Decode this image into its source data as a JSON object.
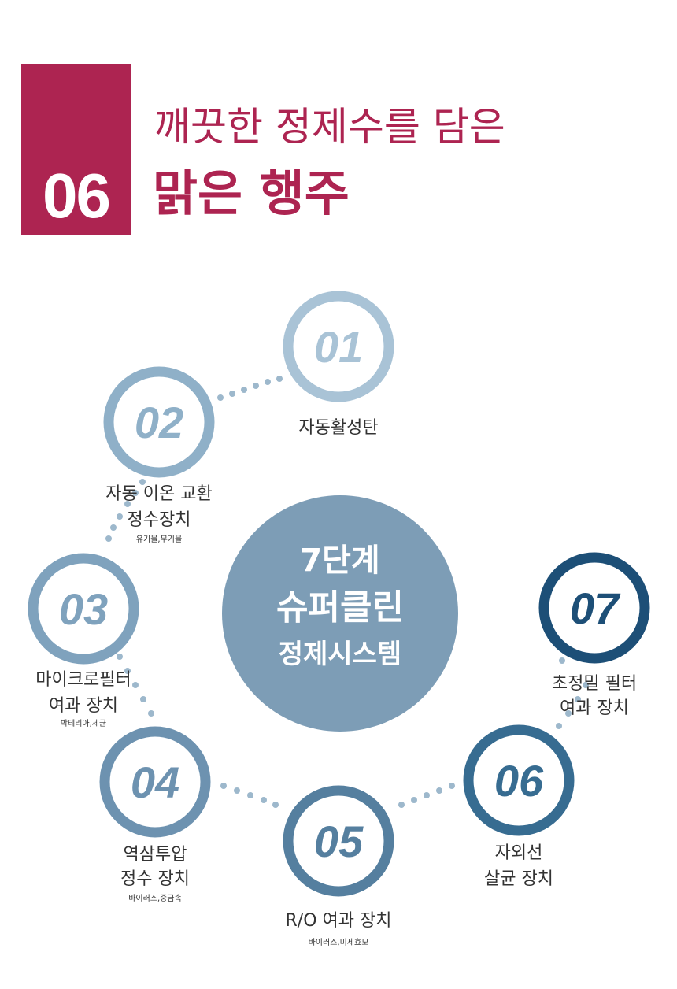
{
  "header": {
    "badge_number": "06",
    "title_line1": "깨끗한 정제수를 담은",
    "title_line2": "맑은 행주"
  },
  "center": {
    "line1": "7단계",
    "line2": "슈퍼클린",
    "line3": "정제시스템"
  },
  "colors": {
    "brand": "#ad2451",
    "center_fill": "#7d9db6",
    "dots": "#9db8cc"
  },
  "steps": [
    {
      "number": "01",
      "label1": "자동활성탄",
      "label2": "",
      "note": "",
      "color": "#a9c3d6"
    },
    {
      "number": "02",
      "label1": "자동 이온 교환",
      "label2": "정수장치",
      "note": "유기물,무기물",
      "color": "#8fb0c8"
    },
    {
      "number": "03",
      "label1": "마이크로필터",
      "label2": "여과 장치",
      "note": "박테리아,세균",
      "color": "#7fa2bd"
    },
    {
      "number": "04",
      "label1": "역삼투압",
      "label2": "정수 장치",
      "note": "바이러스,중금속",
      "color": "#6d92b0"
    },
    {
      "number": "05",
      "label1": "R/O 여과 장치",
      "label2": "",
      "note": "바이러스,미세효모",
      "color": "#557f9f"
    },
    {
      "number": "06",
      "label1": "자외선",
      "label2": "살균 장치",
      "note": "",
      "color": "#376c91"
    },
    {
      "number": "07",
      "label1": "초정밀 필터",
      "label2": "여과 장치",
      "note": "",
      "color": "#1d4f77"
    }
  ]
}
